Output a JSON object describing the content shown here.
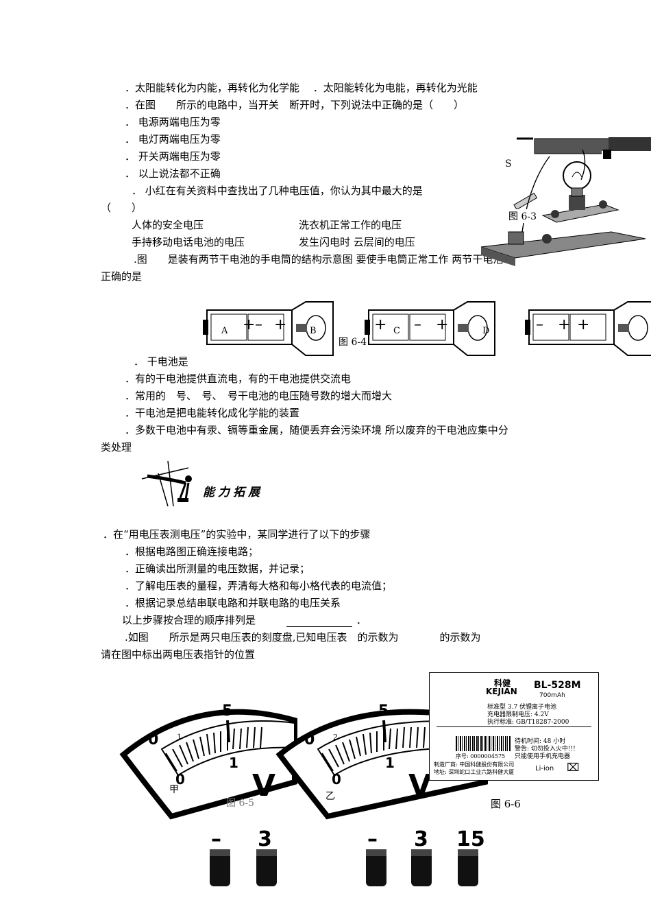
{
  "lines": {
    "l1": "．太阳能转化为内能，再转化为化学能　 ．太阳能转化为电能，再转化为光能",
    "l2": "．在图　　所示的电路中，当开关　断开时，下列说法中正确的是（　　）",
    "l3": "． 电源两端电压为零",
    "l4": "． 电灯两端电压为零",
    "l5": "． 开关两端电压为零",
    "l6": "． 以上说法都不正确",
    "l7": "． 小红在有关资料中查找出了几种电压值，你认为其中最大的是",
    "l8": "（　　）",
    "l9a": "人体的安全电压",
    "l9b": "洗衣机正常工作的电压",
    "l10a": "手持移动电话电池的电压",
    "l10b": "发生闪电时 云层间的电压",
    "l11": ".图　　是装有两节干电池的手电筒的结构示意图 要使手电筒正常工作 两节干电池",
    "l12": "正确的是",
    "l13": "． 干电池是",
    "l14": "．有的干电池提供直流电，有的干电池提供交流电",
    "l15": "．常用的　号、　号、　号干电池的电压随号数的增大而增大",
    "l16": "．干电池是把电能转化成化学能的装置",
    "l17": "．多数干电池中有汞、镉等重金属，随便丢弃会污染环境 所以废弃的干电池应集中分",
    "l18": "类处理",
    "heading": "能力拓展",
    "l19": "．在“用电压表测电压”的实验中，某同学进行了以下的步骤",
    "l20": "．根据电路图正确连接电路；",
    "l21": "．正确读出所测量的电压数据，并记录；",
    "l22": "．了解电压表的量程，弄清每大格和每小格代表的电流值；",
    "l23": "．根据记录总结串联电路和并联电路的电压关系",
    "l24": "以上步骤按合理的顺序排列是",
    "l24end": "．",
    "l25": ".如图　　所示是两只电压表的刻度盘,已知电压表　的示数为　　　　的示数为",
    "l26": "请在图中标出两电压表指针的位置"
  },
  "figures": {
    "fig63_label": "图 6-3",
    "fig63_switch": "S",
    "fig64_label": "图 6-4",
    "fig64_A": "A",
    "fig64_B": "B",
    "fig64_C": "C",
    "fig64_D": "D",
    "fig65_label": "图 6-5",
    "fig66_label": "图 6-6",
    "meter1_label": "甲",
    "meter2_label": "乙",
    "meter_scale": {
      "z0": "0",
      "five": "5",
      "one": "1",
      "unit": "V",
      "z1": "0"
    },
    "meter1_small": "1",
    "meter2_small": "2",
    "terminals1": {
      "neg": "–",
      "mid": "3"
    },
    "terminals2": {
      "neg": "–",
      "mid": "3",
      "high": "15"
    }
  },
  "battery_label": {
    "brand_cn": "科健",
    "brand_en": "KEJIAN",
    "model": "BL-528M",
    "capacity": "700mAh",
    "line1": "标准型 3.7 伏锂离子电池",
    "line2": "充电器限制电压: 4.2V",
    "line3": "执行标准: GB/T18287-2000",
    "standby": "待机时间: 48 小时",
    "warn1": "警告: 切勿投入火中!!!",
    "warn2": "只能使用手机充电器",
    "serial": "序号: 0000004575",
    "maker1": "制造厂商: 中国科健股份有限公司",
    "maker2": "地址: 深圳蛇口工业六路科健大厦",
    "type": "Li-ion"
  }
}
